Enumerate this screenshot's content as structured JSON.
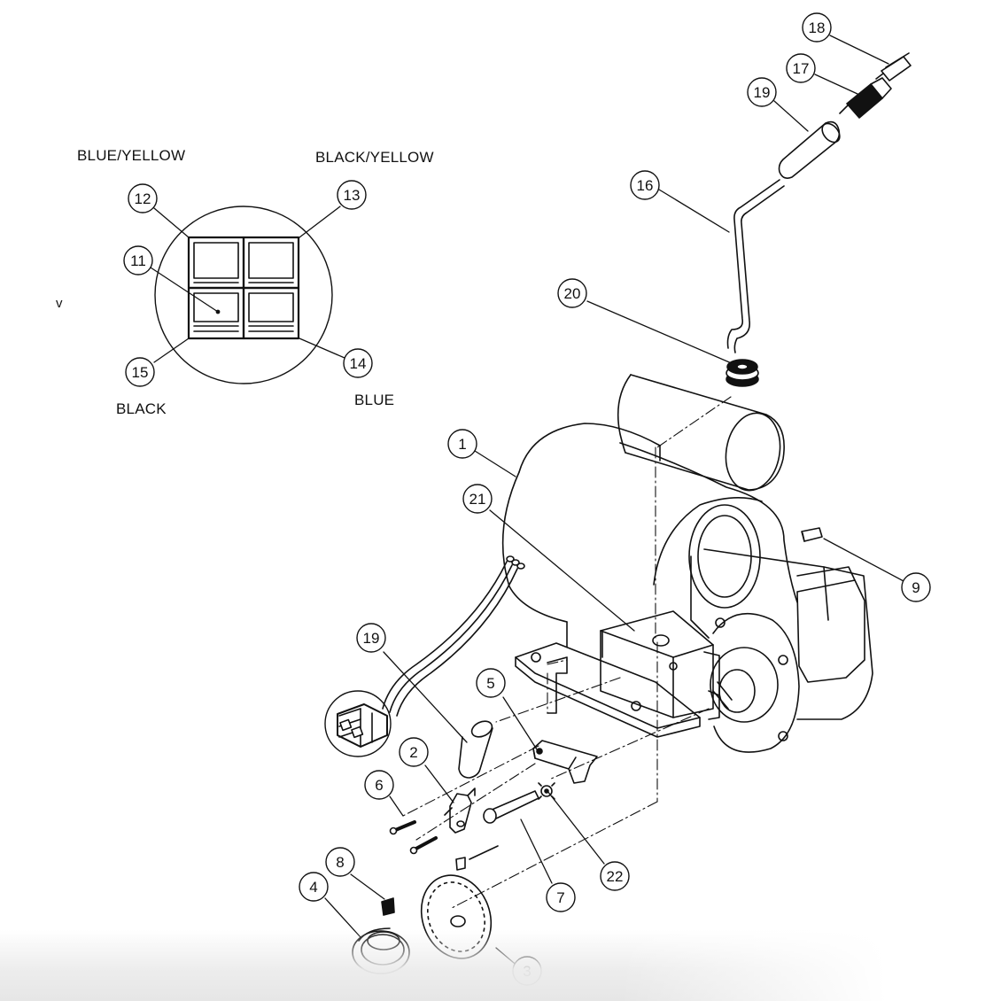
{
  "wire_labels": {
    "blue_yellow": "BLUE/YELLOW",
    "black_yellow": "BLACK/YELLOW",
    "black": "BLACK",
    "blue": "BLUE"
  },
  "stray_mark": "v",
  "callouts": [
    {
      "id": "c18",
      "label": "18"
    },
    {
      "id": "c17",
      "label": "17"
    },
    {
      "id": "c19a",
      "label": "19"
    },
    {
      "id": "c16",
      "label": "16"
    },
    {
      "id": "c20",
      "label": "20"
    },
    {
      "id": "c12",
      "label": "12"
    },
    {
      "id": "c13",
      "label": "13"
    },
    {
      "id": "c11",
      "label": "11"
    },
    {
      "id": "c15",
      "label": "15"
    },
    {
      "id": "c14",
      "label": "14"
    },
    {
      "id": "c1",
      "label": "1"
    },
    {
      "id": "c21",
      "label": "21"
    },
    {
      "id": "c9",
      "label": "9"
    },
    {
      "id": "c19b",
      "label": "19"
    },
    {
      "id": "c5",
      "label": "5"
    },
    {
      "id": "c2",
      "label": "2"
    },
    {
      "id": "c6",
      "label": "6"
    },
    {
      "id": "c22",
      "label": "22"
    },
    {
      "id": "c7",
      "label": "7"
    },
    {
      "id": "c8",
      "label": "8"
    },
    {
      "id": "c4",
      "label": "4"
    },
    {
      "id": "c3",
      "label": "3"
    }
  ],
  "colors": {
    "line": "#111111",
    "paper": "#ffffff"
  }
}
